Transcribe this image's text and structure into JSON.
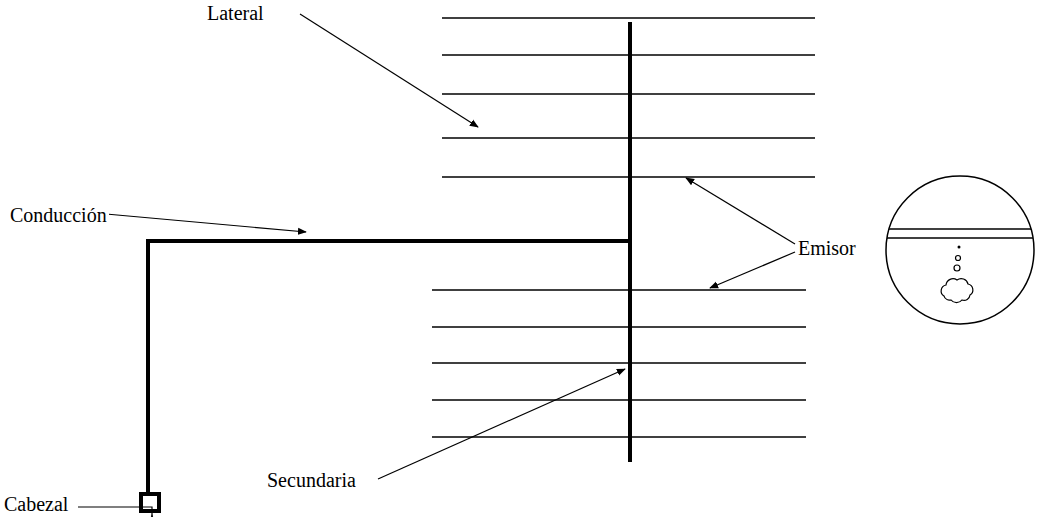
{
  "diagram": {
    "labels": [
      "Lateral",
      "Conducción",
      "Emisor",
      "Secundaria",
      "Cabezal"
    ]
  }
}
